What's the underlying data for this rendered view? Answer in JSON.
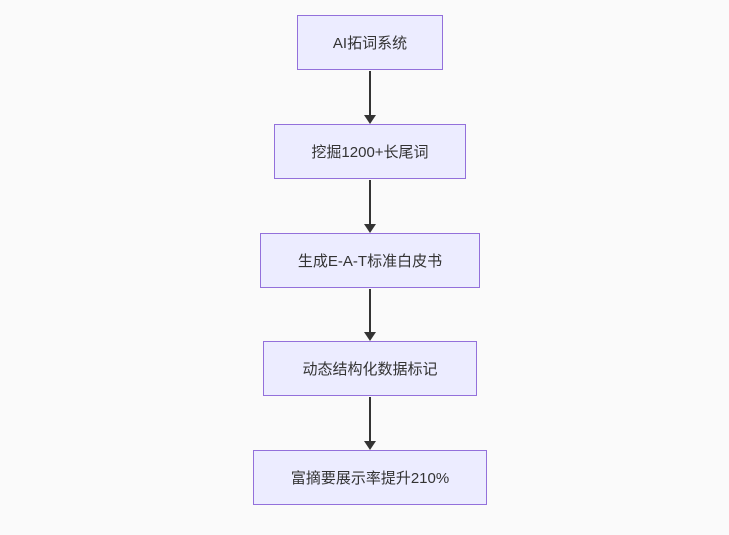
{
  "diagram": {
    "type": "flowchart",
    "direction": "top-down",
    "nodes": [
      {
        "id": "node-1",
        "label": "AI拓词系统"
      },
      {
        "id": "node-2",
        "label": "挖掘1200+长尾词"
      },
      {
        "id": "node-3",
        "label": "生成E-A-T标准白皮书"
      },
      {
        "id": "node-4",
        "label": "动态结构化数据标记"
      },
      {
        "id": "node-5",
        "label": "富摘要展示率提升210%"
      }
    ],
    "edges": [
      {
        "from": "node-1",
        "to": "node-2",
        "arrow": "down"
      },
      {
        "from": "node-2",
        "to": "node-3",
        "arrow": "down"
      },
      {
        "from": "node-3",
        "to": "node-4",
        "arrow": "down"
      },
      {
        "from": "node-4",
        "to": "node-5",
        "arrow": "down"
      }
    ],
    "colors": {
      "background": "#fafafa",
      "node_fill": "#ECECFF",
      "node_border": "#9370DB",
      "node_text": "#333333",
      "arrow": "#333333"
    }
  }
}
